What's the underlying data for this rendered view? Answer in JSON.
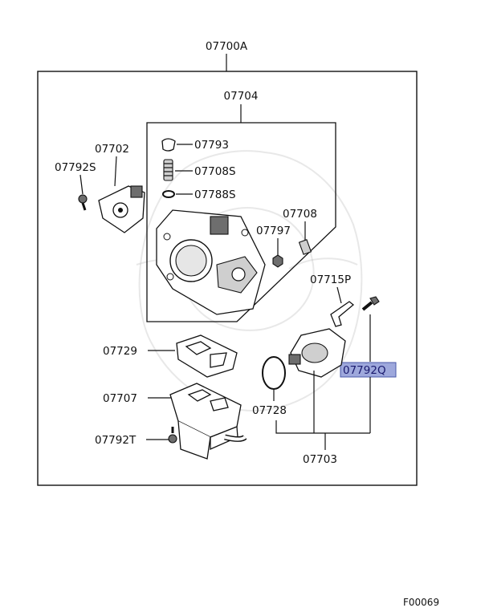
{
  "assembly": {
    "label": "07700A"
  },
  "sub_assembly": {
    "label": "07704"
  },
  "parts": {
    "p07702": "07702",
    "p07792S": "07792S",
    "p07793": "07793",
    "p07708S": "07708S",
    "p07788S": "07788S",
    "p07708": "07708",
    "p07797": "07797",
    "p07715P": "07715P",
    "p07729": "07729",
    "p07792Q": "07792Q",
    "p07707": "07707",
    "p07728": "07728",
    "p07792T": "07792T",
    "p07703": "07703"
  },
  "highlighted_part": "07792Q",
  "highlight_color": "#9ea8dc",
  "figure_code": "F00069"
}
